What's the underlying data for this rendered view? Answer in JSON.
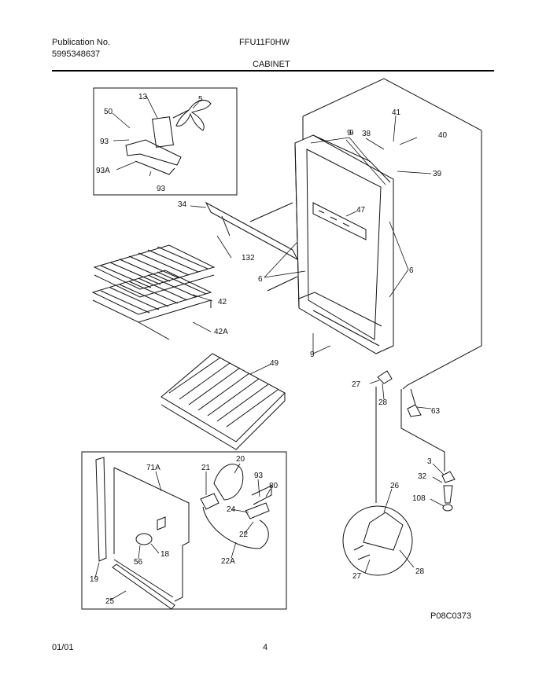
{
  "header": {
    "publication_label": "Publication No.",
    "publication_number": "5995348637",
    "model": "FFU11F0HW",
    "section": "CABINET"
  },
  "footer": {
    "date": "01/01",
    "page": "4",
    "figure_code": "P08C0373"
  },
  "callouts": [
    "13",
    "5",
    "50",
    "93",
    "93A",
    "93",
    "34",
    "132",
    "47",
    "9",
    "9",
    "9",
    "6",
    "6",
    "38",
    "41",
    "40",
    "39",
    "42",
    "42A",
    "49",
    "27",
    "28",
    "63",
    "3",
    "32",
    "108",
    "71A",
    "21",
    "20",
    "93",
    "80",
    "24",
    "22",
    "22A",
    "56",
    "18",
    "19",
    "25",
    "26",
    "28",
    "27"
  ]
}
